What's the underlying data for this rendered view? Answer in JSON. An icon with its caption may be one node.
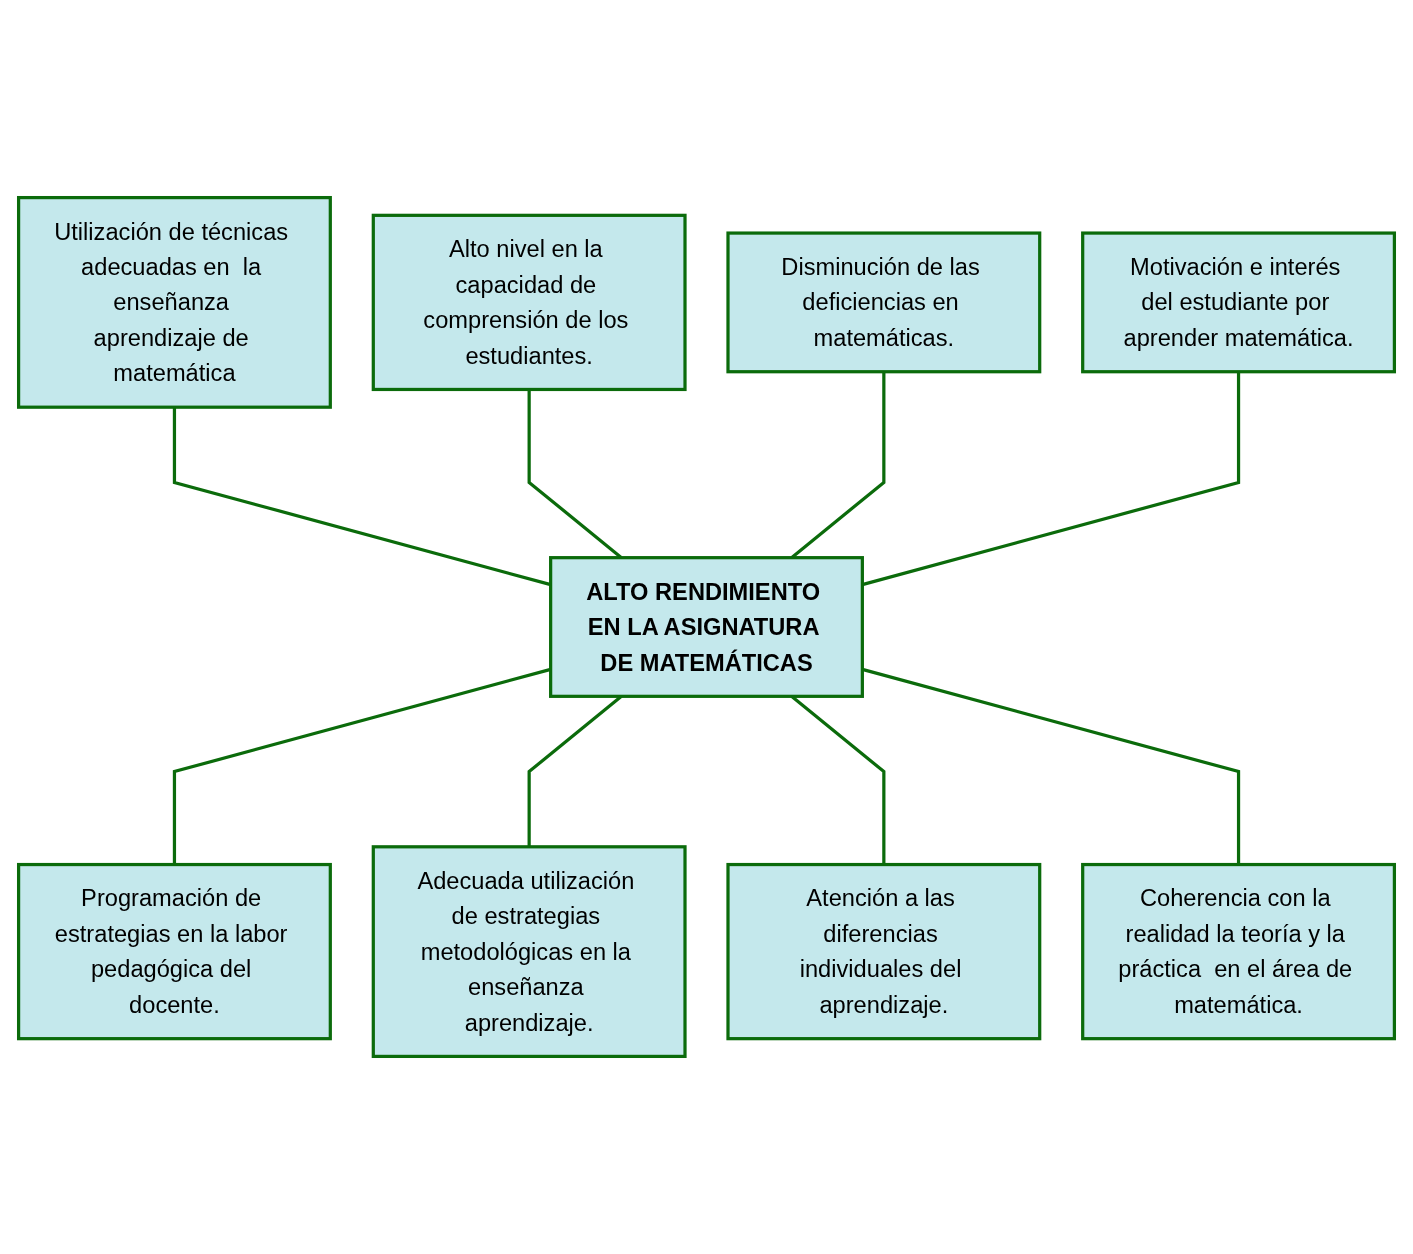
{
  "diagram": {
    "nodes": [
      {
        "text": [
          "Utilización de técnicas adecuadas en  la enseñanza aprendizaje de matemática"
        ]
      },
      {
        "text": [
          "Alto nivel en la capacidad de comprensión de los estudiantes."
        ]
      },
      {
        "text": [
          "Disminución de las deficiencias en matemáticas."
        ]
      },
      {
        "text": [
          "Motivación e interés del estudiante por aprender matemática."
        ]
      },
      {
        "text": [
          "ALTO RENDIMIENTO EN LA ASIGNATURA DE MATEMÁTICAS"
        ]
      },
      {
        "text": [
          "Programación de estrategias en la labor pedagógica del docente."
        ]
      },
      {
        "text": [
          "Adecuada utilización de estrategias metodológicas en la enseñanza aprendizaje."
        ]
      },
      {
        "text": [
          "Atención a las diferencias individuales del aprendizaje."
        ]
      },
      {
        "text": [
          "Coherencia con la realidad la teoría y la práctica  en el área de matemática."
        ]
      }
    ],
    "edges": [
      {
        "from": 0,
        "to": 4,
        "arrow": "none"
      },
      {
        "from": 1,
        "to": 4,
        "arrow": "none"
      },
      {
        "from": 2,
        "to": 4,
        "arrow": "none"
      },
      {
        "from": 3,
        "to": 4,
        "arrow": "none"
      },
      {
        "from": 4,
        "to": 5,
        "arrow": "none"
      },
      {
        "from": 4,
        "to": 6,
        "arrow": "none"
      },
      {
        "from": 4,
        "to": 7,
        "arrow": "none"
      },
      {
        "from": 4,
        "to": 8,
        "arrow": "none"
      }
    ]
  }
}
